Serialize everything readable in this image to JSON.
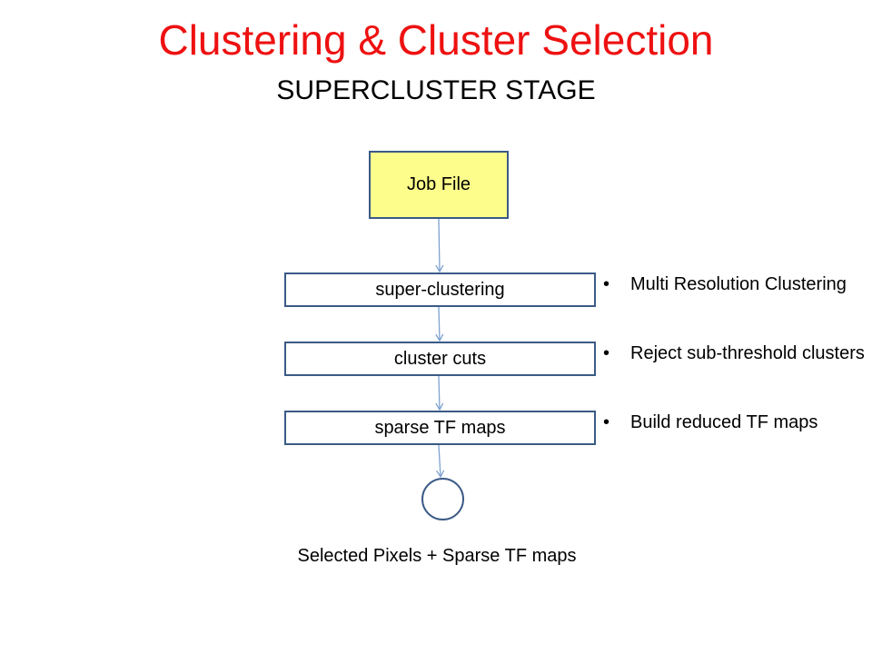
{
  "title": "Clustering & Cluster Selection",
  "subtitle": "SUPERCLUSTER STAGE",
  "flow": {
    "start": "Job File",
    "steps": [
      "super-clustering",
      "cluster cuts",
      "sparse TF maps"
    ],
    "end_caption": "Selected Pixels + Sparse TF maps"
  },
  "bullets": [
    {
      "text": "Multi Resolution Clustering"
    },
    {
      "text": "Reject sub-threshold clusters"
    },
    {
      "text": "Build reduced TF maps"
    }
  ],
  "colors": {
    "title": "#ee1111",
    "box_border": "#3b5a86",
    "job_fill": "#fdfd8c",
    "arrow": "#7ea2cf"
  }
}
